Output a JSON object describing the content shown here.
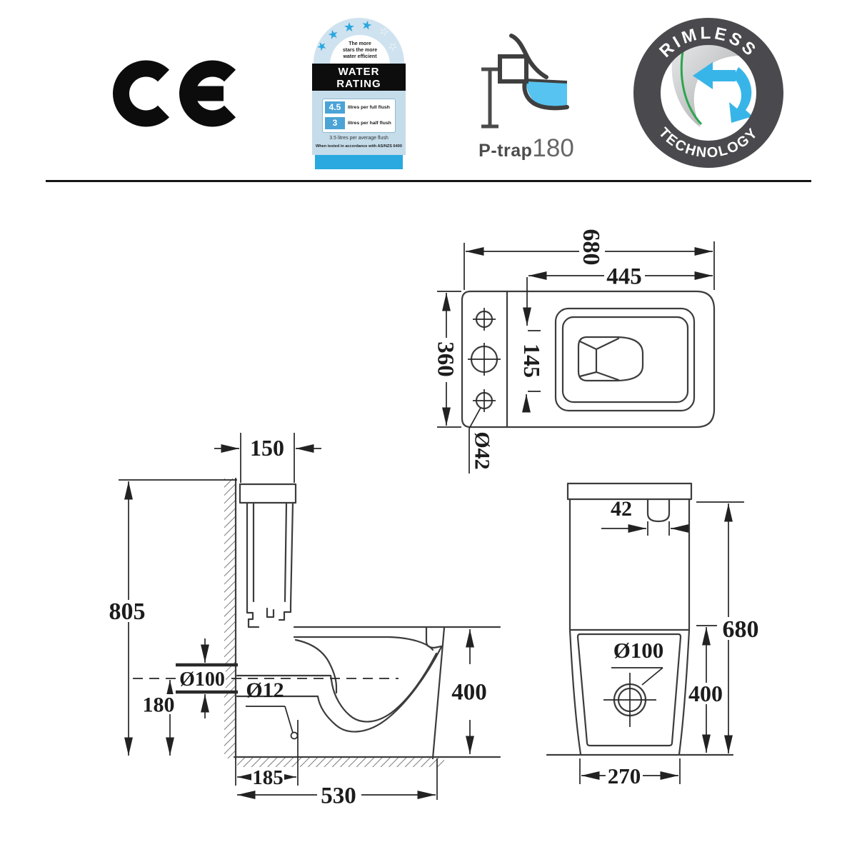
{
  "badges": {
    "ce_label": "CE",
    "water_rating": {
      "tagline": "The more\nstars the more\nwater efficient",
      "title": "WATER\nRATING",
      "full_flush_value": "4.5",
      "full_flush_label": "litres per full flush",
      "half_flush_value": "3",
      "half_flush_label": "litres per half flush",
      "average_flush_note": "3.5 litres per average flush",
      "footnote": "When tested in accordance with AS/NZS 6400"
    },
    "ptrap": {
      "name": "P-trap",
      "value": "180"
    },
    "rimless": {
      "top": "RIMLESS",
      "bottom": "TECHNOLOGY"
    }
  },
  "drawing": {
    "plan_view": {
      "overall_width": "680",
      "seat_length": "445",
      "tank_width": "360",
      "hinge_spacing": "145",
      "hole_diameter": "Ø42"
    },
    "side_view": {
      "tank_depth": "150",
      "overall_height": "805",
      "outlet_diameter": "Ø100",
      "outlet_center_height": "180",
      "fixing_hole_diameter": "Ø12",
      "outlet_setout": "185",
      "overall_depth": "530",
      "rim_height": "400"
    },
    "rear_view": {
      "button_width": "42",
      "overall_height": "680",
      "rim_height": "400",
      "inlet_diameter": "Ø100",
      "base_width": "270"
    }
  },
  "colors": {
    "star_blue": "#29a7e0",
    "water_blue": "#56c3f0",
    "ring_gray": "#4a4a4e",
    "green": "#2da44e"
  }
}
